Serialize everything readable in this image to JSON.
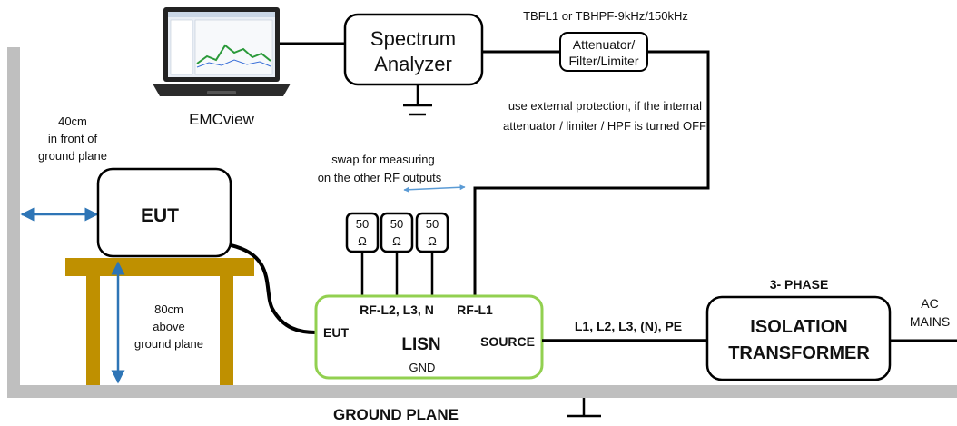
{
  "laptop": {
    "app_name": "EMCview"
  },
  "spectrum_analyzer": {
    "line1": "Spectrum",
    "line2": "Analyzer"
  },
  "attenuator": {
    "part_numbers": "TBFL1 or TBHPF-9kHz/150kHz",
    "line1": "Attenuator/",
    "line2": "Filter/Limiter"
  },
  "protection_note": {
    "line1": "use external protection, if the internal",
    "line2": "attenuator / limiter / HPF is turned OFF"
  },
  "front_distance": {
    "line1": "40cm",
    "line2": "in front of",
    "line3": "ground plane"
  },
  "eut": {
    "label": "EUT"
  },
  "height_distance": {
    "line1": "80cm",
    "line2": "above",
    "line3": "ground plane"
  },
  "swap_note": {
    "line1": "swap for measuring",
    "line2": "on the other RF outputs"
  },
  "terminators": [
    {
      "value": "50",
      "unit": "Ω"
    },
    {
      "value": "50",
      "unit": "Ω"
    },
    {
      "value": "50",
      "unit": "Ω"
    }
  ],
  "lisn": {
    "title": "LISN",
    "ports_rf": "RF-L2, L3, N",
    "port_rf_l1": "RF-L1",
    "port_eut": "EUT",
    "port_source": "SOURCE",
    "port_gnd": "GND"
  },
  "supply_lines": {
    "label": "L1, L2, L3, (N), PE"
  },
  "transformer": {
    "phase": "3- PHASE",
    "line1": "ISOLATION",
    "line2": "TRANSFORMER"
  },
  "mains": {
    "line1": "AC",
    "line2": "MAINS"
  },
  "ground_plane": {
    "label": "GROUND PLANE"
  },
  "colors": {
    "ground_plane": "#bfbfbf",
    "table": "#bf9000",
    "lisn_border": "#92d050",
    "dimension_arrow": "#2e75b6",
    "line": "#000000"
  }
}
